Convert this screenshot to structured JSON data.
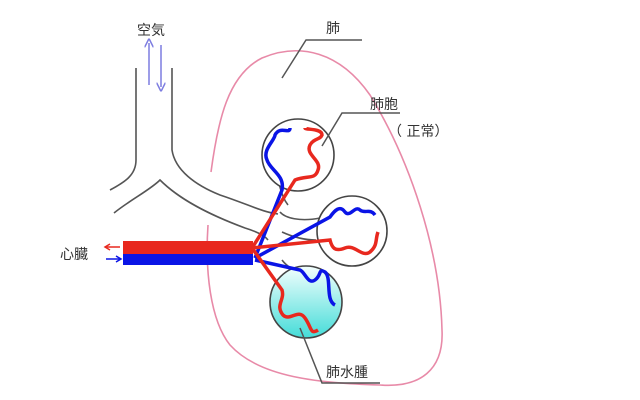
{
  "labels": {
    "air": "空気",
    "lung": "肺",
    "alveolus": "肺胞",
    "normal": "（ 正常）",
    "heart": "心臓",
    "edema": "肺水腫"
  },
  "colors": {
    "artery": "#e8281e",
    "vein": "#0a14e6",
    "lung_outline": "#e88aa8",
    "airway": "#555555",
    "edema_fill": "#5ee6e0",
    "air_arrow": "#7c7ce0"
  }
}
